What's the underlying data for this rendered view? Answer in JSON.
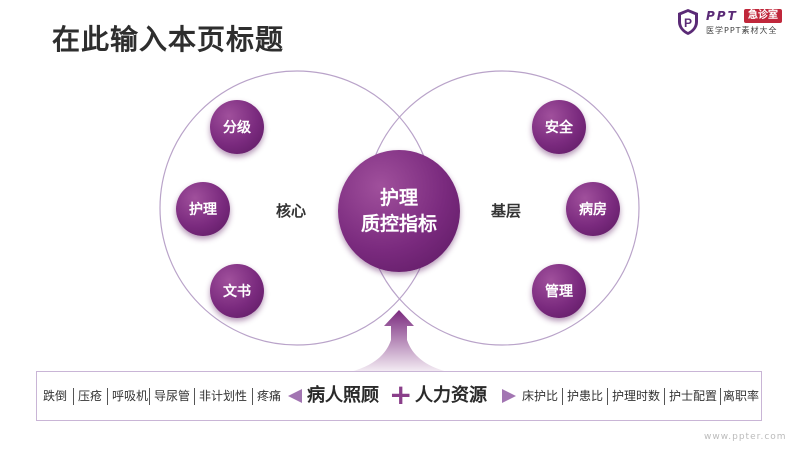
{
  "page": {
    "title": "在此输入本页标题"
  },
  "logo": {
    "brand": "PPT",
    "badge": "急诊室",
    "subtitle": "医学PPT素材大全"
  },
  "diagram": {
    "center": {
      "line1": "护理",
      "line2": "质控指标"
    },
    "left": {
      "label": "核心",
      "nodes": [
        "分级",
        "护理",
        "文书"
      ]
    },
    "right": {
      "label": "基层",
      "nodes": [
        "安全",
        "病房",
        "管理"
      ]
    }
  },
  "bottom_bar": {
    "left_items": [
      "跌倒",
      "压疮",
      "呼吸机",
      "导尿管",
      "非计划性",
      "疼痛"
    ],
    "left_main": "病人照顾",
    "plus": "+",
    "right_main": "人力资源",
    "right_items": [
      "床护比",
      "护患比",
      "护理时数",
      "护士配置",
      "离职率"
    ]
  },
  "colors": {
    "accent": "#7a2a7e",
    "circle_line": "#b9a3c9",
    "title": "#2e2e2e"
  },
  "watermark": "www.ppter.com"
}
